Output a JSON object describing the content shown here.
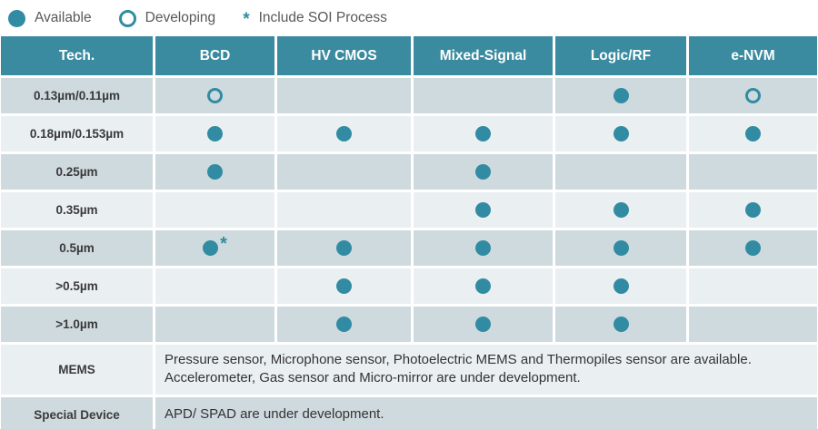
{
  "colors": {
    "teal_header": "#3b8ba0",
    "teal_dot": "#318ca3",
    "row_dark": "#cfdade",
    "row_light": "#eaeff1",
    "legend_text": "#595959"
  },
  "legend": {
    "available_label": "Available",
    "developing_label": "Developing",
    "soi_star": "*",
    "soi_label": "Include SOI Process"
  },
  "table": {
    "columns": [
      "Tech.",
      "BCD",
      "HV CMOS",
      "Mixed-Signal",
      "Logic/RF",
      "e-NVM"
    ],
    "rows": [
      {
        "label": "0.13µm/0.11µm",
        "cells": [
          "developing",
          "",
          "",
          "available",
          "developing"
        ]
      },
      {
        "label": "0.18µm/0.153µm",
        "cells": [
          "available",
          "available",
          "available",
          "available",
          "available"
        ]
      },
      {
        "label": "0.25µm",
        "cells": [
          "available",
          "",
          "available",
          "",
          ""
        ]
      },
      {
        "label": "0.35µm",
        "cells": [
          "",
          "",
          "available",
          "available",
          "available"
        ]
      },
      {
        "label": "0.5µm",
        "cells": [
          "available-soi",
          "available",
          "available",
          "available",
          "available"
        ]
      },
      {
        "label": ">0.5µm",
        "cells": [
          "",
          "available",
          "available",
          "available",
          ""
        ]
      },
      {
        "label": ">1.0µm",
        "cells": [
          "",
          "available",
          "available",
          "available",
          ""
        ]
      }
    ],
    "text_rows": [
      {
        "label": "MEMS",
        "lines": [
          "Pressure sensor, Microphone sensor, Photoelectric MEMS and Thermopiles sensor are available.",
          "Accelerometer, Gas sensor and Micro-mirror are under development."
        ]
      },
      {
        "label": "Special Device",
        "lines": [
          "APD/ SPAD are under development."
        ]
      }
    ]
  }
}
